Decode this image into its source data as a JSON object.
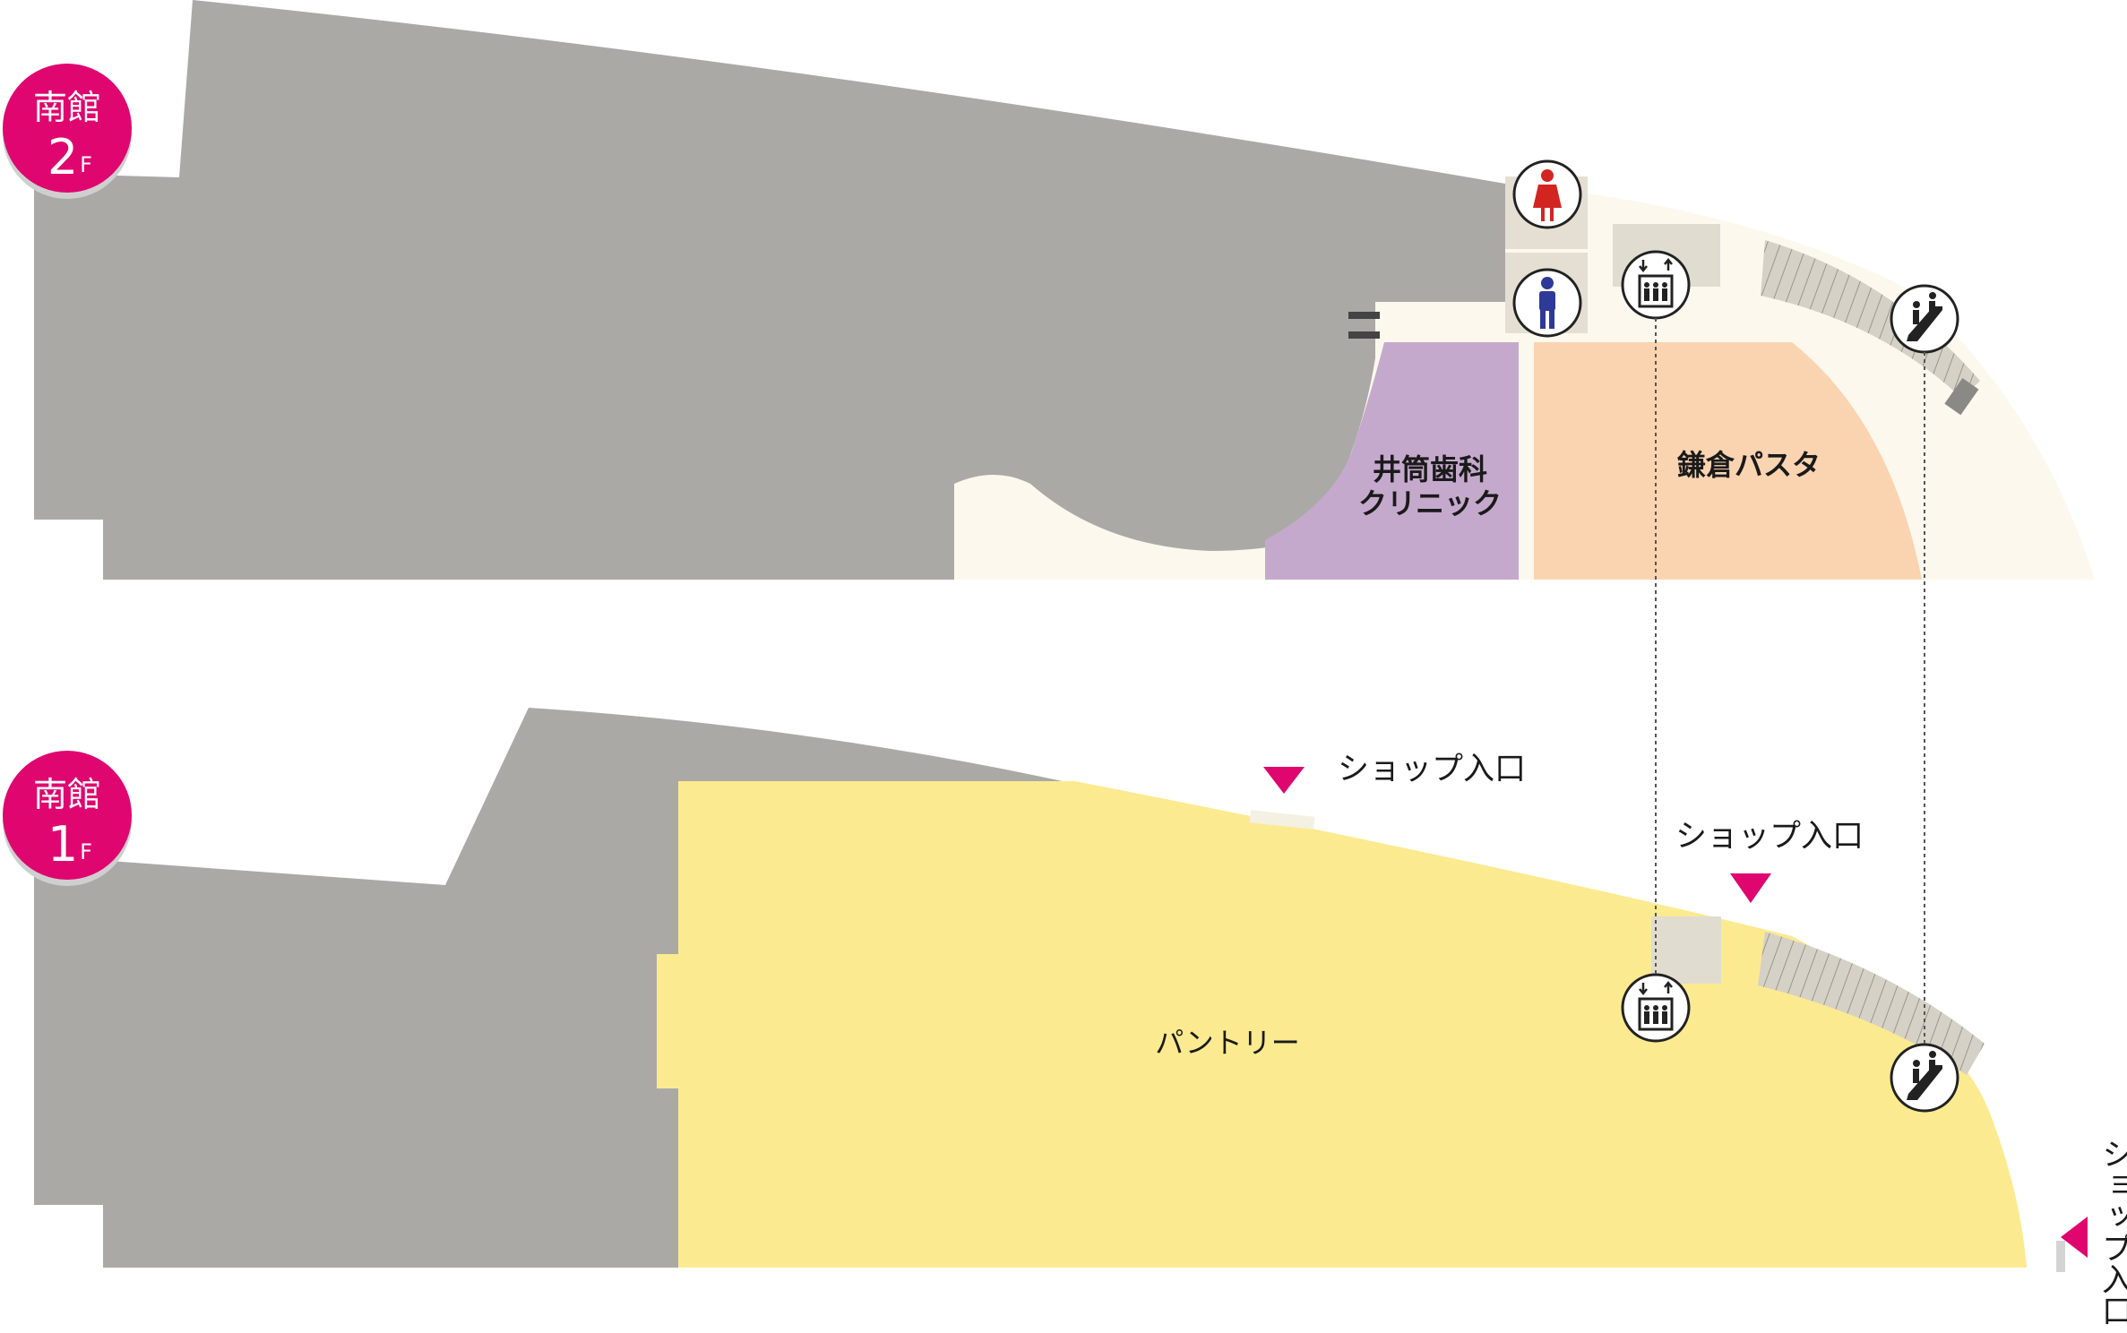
{
  "floors": [
    {
      "id": "2f",
      "building_label": "南館",
      "floor_number": "2",
      "floor_suffix": "F",
      "shops": [
        {
          "name_lines": [
            "井筒歯科",
            "クリニック"
          ],
          "color": "#c5a9cc"
        },
        {
          "name_lines": [
            "鎌倉パスタ"
          ],
          "color": "#fad4b0"
        }
      ],
      "facilities": [
        "womens-restroom",
        "mens-restroom",
        "elevator",
        "escalator"
      ]
    },
    {
      "id": "1f",
      "building_label": "南館",
      "floor_number": "1",
      "floor_suffix": "F",
      "shops": [
        {
          "name_lines": [
            "パントリー"
          ],
          "color": "#fcea90"
        }
      ],
      "entrances": [
        {
          "label": "ショップ入口",
          "direction": "down"
        },
        {
          "label": "ショップ入口",
          "direction": "down"
        },
        {
          "label": "ショップ入口",
          "direction": "left",
          "vertical": true
        }
      ],
      "facilities": [
        "elevator",
        "escalator"
      ]
    }
  ],
  "colors": {
    "inactive_area": "#aaa9a6",
    "corridor": "#fcf8ee",
    "badge": "#e0066f",
    "entrance_marker": "#e0066f",
    "womens_icon": "#d22522",
    "mens_icon": "#2e3a97",
    "stair_fill": "#d5d1c6",
    "service_box": "#e0dcd0"
  }
}
